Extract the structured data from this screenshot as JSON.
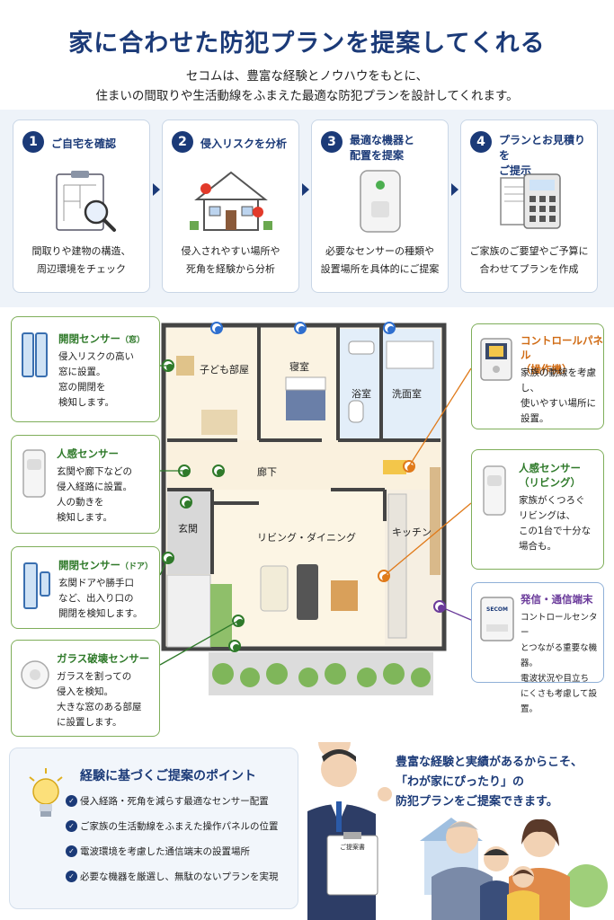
{
  "header": {
    "title": "家に合わせた防犯プランを提案してくれる",
    "subtitle_line1": "セコムは、豊富な経験とノウハウをもとに、",
    "subtitle_line2": "住まいの間取りや生活動線をふまえた最適な防犯プランを設計してくれます。"
  },
  "steps": [
    {
      "num": "1",
      "title": "ご自宅を確認",
      "desc1": "間取りや建物の構造、",
      "desc2": "周辺環境をチェック",
      "icon": "clipboard-magnifier-icon"
    },
    {
      "num": "2",
      "title": "侵入リスクを分析",
      "desc1": "侵入されやすい場所や",
      "desc2": "死角を経験から分析",
      "icon": "house-alert-icon"
    },
    {
      "num": "3",
      "title1": "最適な機器と",
      "title2": "配置を提案",
      "desc1": "必要なセンサーの種類や",
      "desc2": "設置場所を具体的にご提案",
      "icon": "sensor-device-icon"
    },
    {
      "num": "4",
      "title1": "プランとお見積りを",
      "title2": "ご提示",
      "desc1": "ご家族のご要望やご予算に",
      "desc2": "合わせてプランを作成",
      "icon": "calculator-icon"
    }
  ],
  "floor_plan": {
    "rooms": {
      "kids_room": "子ども部屋",
      "bedroom": "寝室",
      "bath": "浴室",
      "washroom": "洗面室",
      "hallway": "廊下",
      "entrance": "玄関",
      "living_dining": "リビング・ダイニング",
      "kitchen": "キッチン"
    }
  },
  "callouts": {
    "window_sensor": {
      "title": "開閉センサー",
      "title_sub": "（窓）",
      "lines": [
        "侵入リスクの高い",
        "窓に設置。",
        "窓の開閉を",
        "検知します。"
      ]
    },
    "motion_sensor_hall": {
      "title": "人感センサー",
      "lines": [
        "玄関や廊下などの",
        "侵入経路に設置。",
        "人の動きを",
        "検知します。"
      ]
    },
    "door_sensor": {
      "title": "開閉センサー",
      "title_sub": "（ドア）",
      "lines": [
        "玄関ドアや勝手口",
        "など、出入り口の",
        "開閉を検知します。"
      ]
    },
    "glass_sensor": {
      "title": "ガラス破壊センサー",
      "lines": [
        "ガラスを割っての",
        "侵入を検知。",
        "大きな窓のある部屋",
        "に設置します。"
      ]
    },
    "control_panel": {
      "title1": "コントロールパネル",
      "title2": "（操作機）",
      "lines": [
        "家族の動線を考慮し、",
        "使いやすい場所に",
        "設置。"
      ]
    },
    "motion_sensor_living": {
      "title1": "人感センサー",
      "title2": "（リビング）",
      "lines": [
        "家族がくつろぐ",
        "リビングは、",
        "この1台で十分な",
        "場合も。"
      ]
    },
    "comm_terminal": {
      "title": "発信・通信端末",
      "lines": [
        "コントロールセンター",
        "とつながる重要な機器。",
        "電波状況や目立ち",
        "にくさも考慮して設置。"
      ],
      "brand": "SECOM"
    }
  },
  "points": {
    "title": "経験に基づくご提案のポイント",
    "items": [
      "侵入経路・死角を減らす最適なセンサー配置",
      "ご家族の生活動線をふまえた操作パネルの位置",
      "電波環境を考慮した通信端末の設置場所",
      "必要な機器を厳選し、無駄のないプランを実現"
    ]
  },
  "closing": {
    "line1": "豊富な経験と実績があるからこそ、",
    "line2": "「わが家にぴったり」の",
    "line3": "防犯プランをご提案できます。",
    "clipboard_label": "ご提案書"
  },
  "colors": {
    "navy": "#1b3a78",
    "green": "#2f7a2a",
    "blue": "#2f6fcf",
    "orange": "#e07a1a",
    "purple": "#6a3a9a"
  }
}
